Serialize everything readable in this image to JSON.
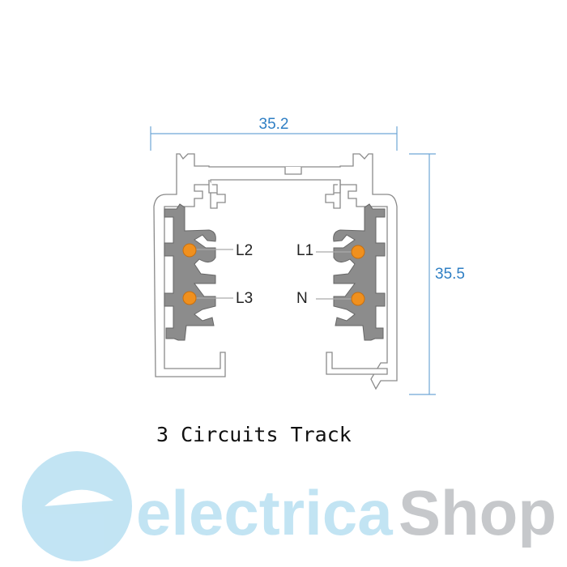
{
  "diagram": {
    "title": "3 Circuits Track",
    "dimensions": {
      "width": "35.2",
      "height": "35.5"
    },
    "conductors": [
      {
        "label": "L1"
      },
      {
        "label": "L2"
      },
      {
        "label": "L3"
      },
      {
        "label": "N"
      }
    ],
    "colors": {
      "dimension": "#2f7fc4",
      "conductor": "#f0901e",
      "insulator": "#8c8c8c"
    }
  },
  "watermark": {
    "part1": "electrica",
    "part2": "Shop"
  }
}
